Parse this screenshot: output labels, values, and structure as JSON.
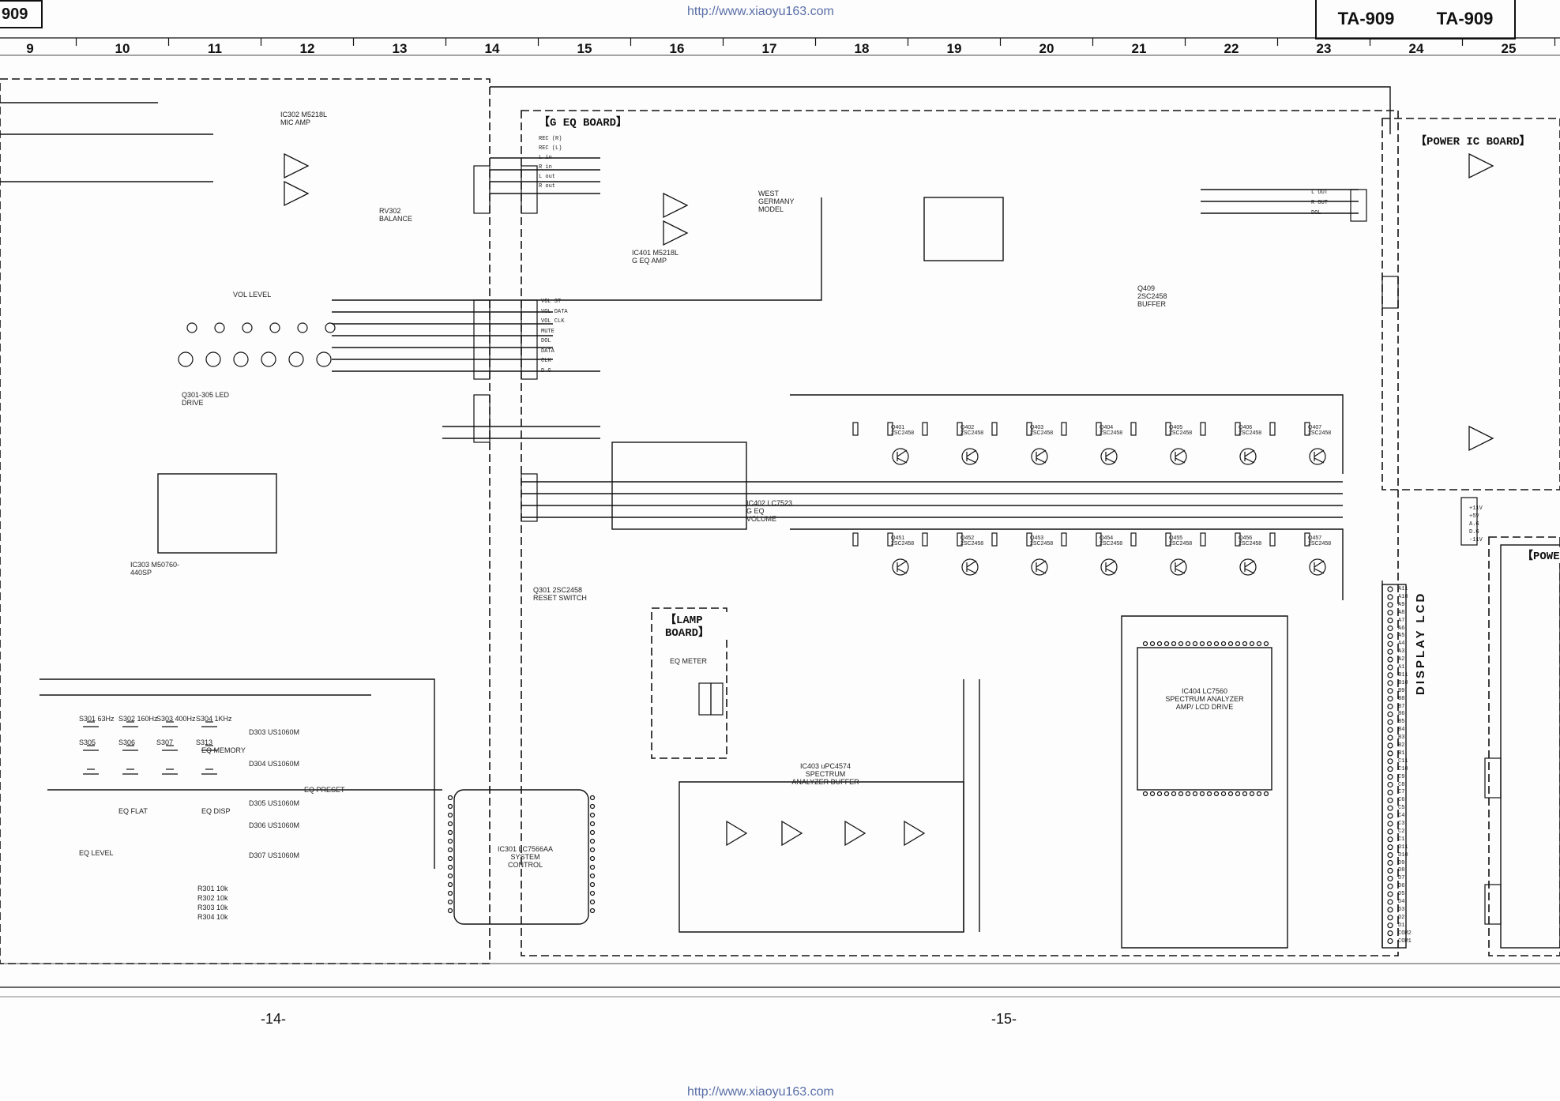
{
  "header": {
    "left_model": "909",
    "right_models": [
      "TA-909",
      "TA-909"
    ],
    "url": "http://www.xiaoyu163.com"
  },
  "columns": [
    "9",
    "10",
    "11",
    "12",
    "13",
    "14",
    "15",
    "16",
    "17",
    "18",
    "19",
    "20",
    "21",
    "22",
    "23",
    "24",
    "25"
  ],
  "page_numbers": [
    "-14-",
    "-15-"
  ],
  "boards": {
    "g_eq": "【G EQ BOARD】",
    "power_ic": "【POWER IC BOARD】",
    "lamp": "【LAMP BOARD】",
    "power_right": "【POWE"
  },
  "display_label": "DISPLAY LCD",
  "components": {
    "ic302": "IC302 M5218L MIC AMP",
    "ic301": "IC301 LC7566AA SYSTEM CONTROL",
    "ic303": "IC303 M50760-440SP",
    "ic401": "IC401 M5218L G EQ AMP",
    "ic402": "IC402 LC7523 G EQ VOLUME",
    "ic403": "IC403 uPC4574 SPECTRUM ANALYZER BUFFER",
    "ic404": "IC404 LC7560 SPECTRUM ANALYZER AMP/ LCD DRIVE",
    "q301": "Q301 2SC2458 RESET SWITCH",
    "vol_level": "VOL LEVEL",
    "led_drive": "Q301-305 LED DRIVE",
    "balance": "RV302 BALANCE",
    "west_germany": "WEST GERMANY MODEL",
    "buffer": "Q409 2SC2458 BUFFER",
    "eq_meter": "EQ METER",
    "eq_flat": "EQ FLAT",
    "eq_display": "EQ DISP",
    "eq_memory": "EQ MEMORY",
    "eq_preset": "EQ PRESET",
    "eq_level": "EQ LEVEL"
  },
  "connectors": {
    "cn402": [
      "L OUT",
      "R OUT",
      "DOL"
    ],
    "cn401": [
      "VOL ST",
      "VOL DATA",
      "VOL CLK",
      "MUTE",
      "DOL",
      "DATA",
      "CLK",
      "D.G"
    ],
    "cn301": [
      "VOL ST",
      "VOL DATA",
      "VOL CLK",
      "MUTE",
      "DOL",
      "DATA",
      "CLK",
      "D.G"
    ],
    "cn403": [
      "REC (R)",
      "REC (L)",
      "L in",
      "R in",
      "L out",
      "R out"
    ],
    "power": [
      "+11V",
      "+5V",
      "A.G",
      "D.G",
      "-11V"
    ],
    "lcd_pins": [
      "A11",
      "A10",
      "A9",
      "A8",
      "A7",
      "A6",
      "A5",
      "A4",
      "A3",
      "A2",
      "A1",
      "B11",
      "B10",
      "B9",
      "B8",
      "B7",
      "B6",
      "B5",
      "B4",
      "B3",
      "B2",
      "B1",
      "C11",
      "C10",
      "C9",
      "C8",
      "C7",
      "C6",
      "C5",
      "C4",
      "C3",
      "C2",
      "C1",
      "D11",
      "D10",
      "D9",
      "D8",
      "D7",
      "D6",
      "D5",
      "D4",
      "D3",
      "D2",
      "D1",
      "COM2",
      "COM1"
    ]
  },
  "switches": {
    "s301": "S301 63Hz",
    "s302": "S302 160Hz",
    "s303": "S303 400Hz",
    "s304": "S304 1KHz",
    "s305": "S305",
    "s306": "S306",
    "s307": "S307",
    "s313": "S313"
  },
  "diodes": [
    "D303 US1060M",
    "D304 US1060M",
    "D305 US1060M",
    "D306 US1060M",
    "D307 US1060M"
  ],
  "resistors": [
    "R301 10k",
    "R302 10k",
    "R303 10k",
    "R304 10k"
  ],
  "transistors_row1": [
    "Q401 2SC2458",
    "Q402 2SC2458",
    "Q403 2SC2458",
    "Q404 2SC2458",
    "Q405 2SC2458",
    "Q406 2SC2458",
    "Q407 2SC2458"
  ],
  "transistors_row2": [
    "Q451 2SC2458",
    "Q452 2SC2458",
    "Q453 2SC2458",
    "Q454 2SC2458",
    "Q455 2SC2458",
    "Q456 2SC2458",
    "Q457 2SC2458"
  ]
}
